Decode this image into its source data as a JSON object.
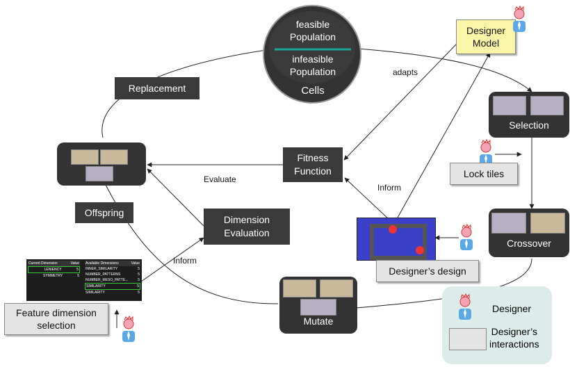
{
  "cells": {
    "feasible": [
      "feasible",
      "Population"
    ],
    "infeasible": [
      "infeasible",
      "Population"
    ],
    "label": "Cells"
  },
  "designer_model": [
    "Designer",
    "Model"
  ],
  "adapts": "adapts",
  "replacement": "Replacement",
  "fitness": [
    "Fitness",
    "Function"
  ],
  "evaluate": "Evaluate",
  "inform_top": "Inform",
  "inform_bottom": "Inform",
  "offspring": "Offspring",
  "dimension_eval": [
    "Dimension",
    "Evaluation"
  ],
  "selection": "Selection",
  "lock_tiles": "Lock tiles",
  "crossover": "Crossover",
  "mutate": "Mutate",
  "designers_design": "Designer’s design",
  "feature_dim": [
    "Feature dimension",
    "selection"
  ],
  "legend": {
    "designer": "Designer",
    "interactions": [
      "Designer’s",
      "interactions"
    ]
  },
  "feature_table": {
    "current_header": [
      "Current Dimension",
      "Value"
    ],
    "current_rows": [
      [
        "LENIENCY",
        "5"
      ],
      [
        "SYMMETRY",
        "5"
      ]
    ],
    "available_header": [
      "Available Dimensions",
      "Value"
    ],
    "available_rows": [
      [
        "INNER_SIMILARITY",
        "5"
      ],
      [
        "NUMBER_PATTERNS",
        "5"
      ],
      [
        "NUMBER_MESO_PATTE...",
        "5"
      ],
      [
        "SIMILARITY",
        "5"
      ],
      [
        "SIMILARITY",
        "5"
      ]
    ]
  },
  "colors": {
    "dark_box": "#3a3a3a",
    "designer_model": "#fbf5a8",
    "legend_bg": "#dbeceb",
    "cells_divider": "#19a89a"
  }
}
